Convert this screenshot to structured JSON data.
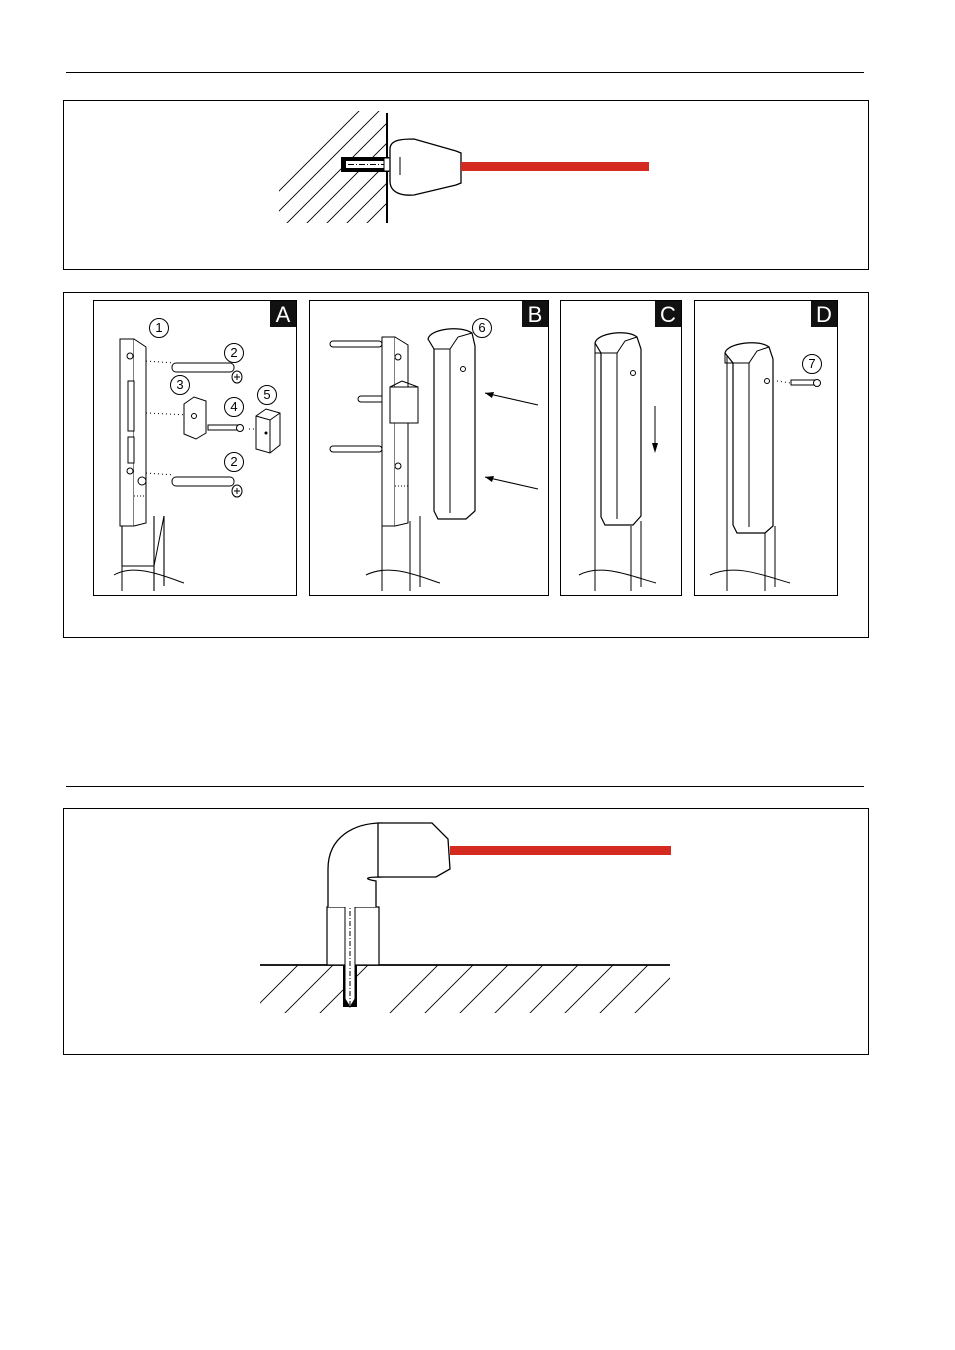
{
  "colors": {
    "beam": "#d42a20",
    "ink": "#000000",
    "panel_label_bg": "#111111"
  },
  "wall_mount_figure": {},
  "post_mount_figure": {
    "panels": [
      {
        "letter": "A",
        "callouts": [
          "1",
          "2",
          "3",
          "4",
          "5",
          "2"
        ]
      },
      {
        "letter": "B",
        "callouts": [
          "6"
        ]
      },
      {
        "letter": "C",
        "callouts": []
      },
      {
        "letter": "D",
        "callouts": [
          "7"
        ]
      }
    ]
  },
  "ground_mount_figure": {}
}
